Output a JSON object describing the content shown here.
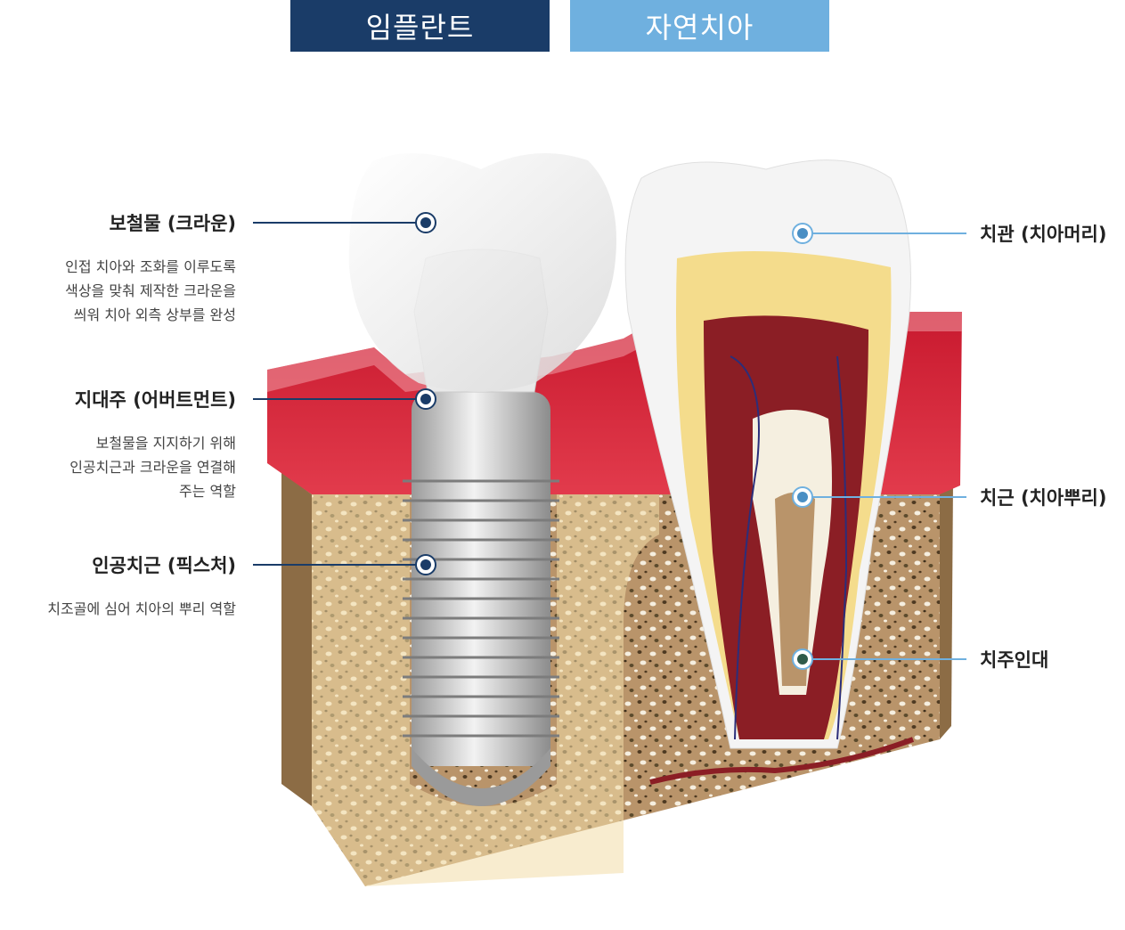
{
  "tabs": {
    "implant": "임플란트",
    "natural": "자연치아"
  },
  "implant_labels": [
    {
      "title": "보철물 (크라운)",
      "desc": [
        "인접 치아와 조화를 이루도록",
        "색상을 맞춰 제작한 크라운을",
        "씌워 치아 외측 상부를 완성"
      ]
    },
    {
      "title": "지대주 (어버트먼트)",
      "desc": [
        "보철물을 지지하기 위해",
        "인공치근과 크라운을 연결해",
        "주는 역할"
      ]
    },
    {
      "title": "인공치근 (픽스처)",
      "desc": [
        "치조골에 심어 치아의 뿌리 역할"
      ]
    }
  ],
  "natural_labels": [
    {
      "title": "치관 (치아머리)"
    },
    {
      "title": "치근 (치아뿌리)"
    },
    {
      "title": "치주인대"
    }
  ],
  "colors": {
    "implant_tab": "#1a3c68",
    "natural_tab": "#6fb0df",
    "implant_line": "#1a3c68",
    "natural_line": "#6fb0df"
  }
}
